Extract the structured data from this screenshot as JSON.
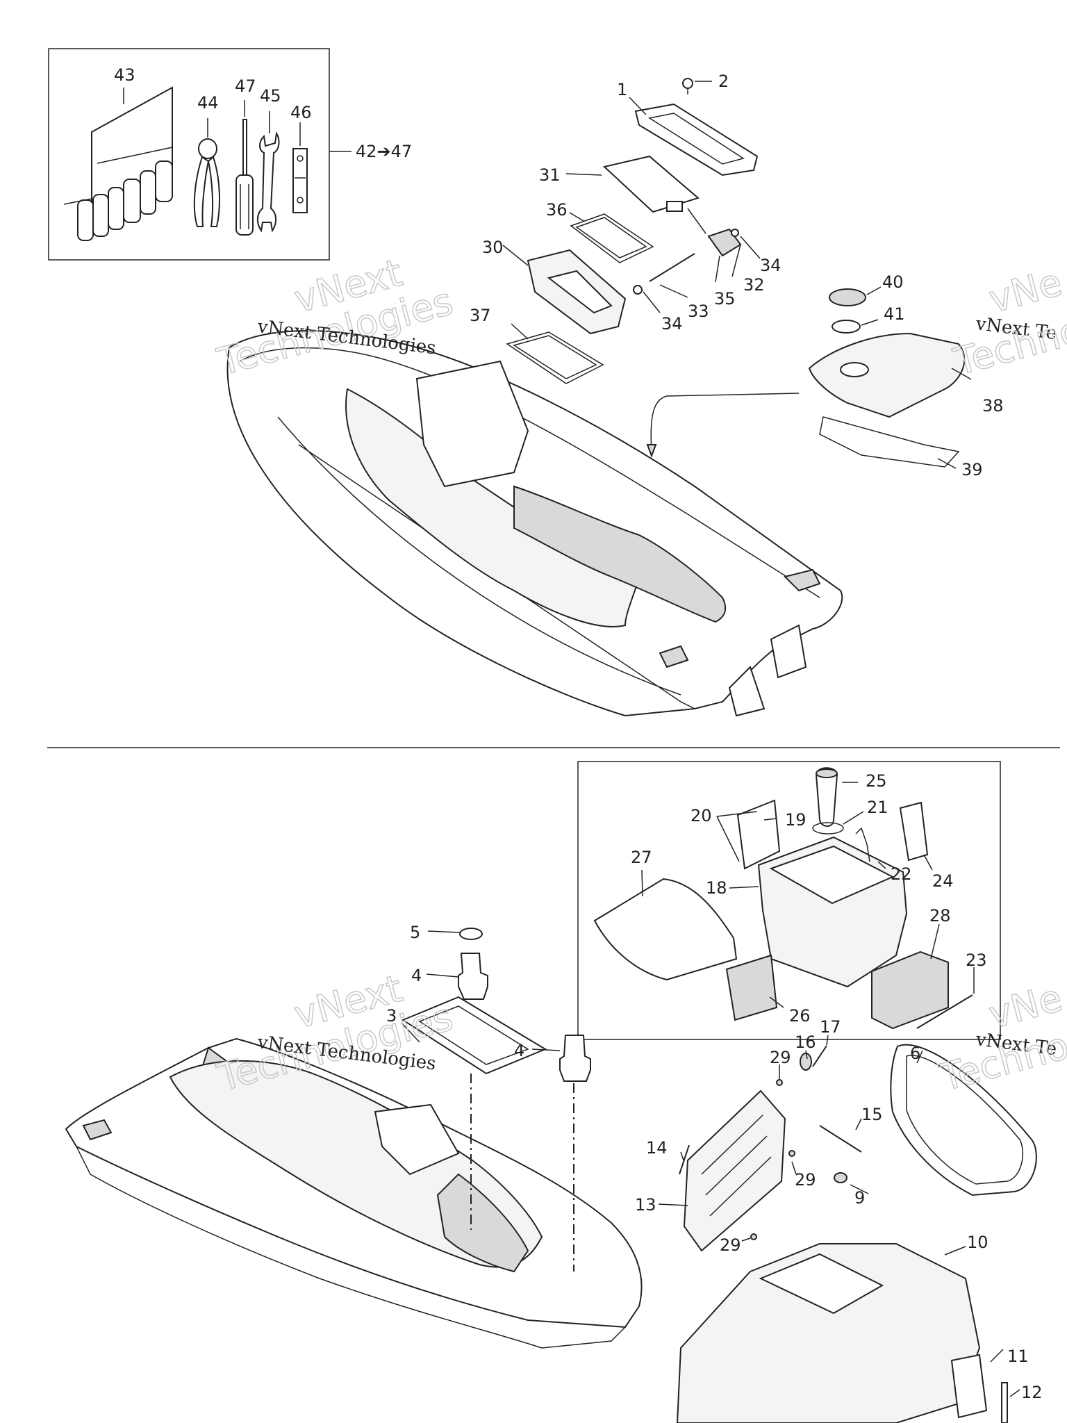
{
  "watermark": {
    "brand": "vNext Technologies",
    "outline_word_1": "vNext",
    "outline_word_2": "Technologies",
    "partial_right": "vNext Te",
    "partial_right_outline_1": "vNe",
    "partial_right_outline_2": "Techno"
  },
  "toolkit_range_label": "42➔47",
  "callouts_top": {
    "c1": "1",
    "c2": "2",
    "c30": "30",
    "c31": "31",
    "c32": "32",
    "c33": "33",
    "c34a": "34",
    "c34b": "34",
    "c35": "35",
    "c36": "36",
    "c37": "37",
    "c38": "38",
    "c39": "39",
    "c40": "40",
    "c41": "41",
    "c43": "43",
    "c44": "44",
    "c45": "45",
    "c46": "46",
    "c47": "47"
  },
  "callouts_bottom": {
    "c3": "3",
    "c4a": "4",
    "c4b": "4",
    "c5": "5",
    "c6": "6",
    "c9": "9",
    "c10": "10",
    "c11": "11",
    "c12": "12",
    "c13": "13",
    "c14": "14",
    "c15": "15",
    "c16": "16",
    "c17": "17",
    "c18": "18",
    "c19": "19",
    "c20": "20",
    "c21": "21",
    "c22": "22",
    "c23": "23",
    "c24": "24",
    "c25": "25",
    "c26": "26",
    "c27": "27",
    "c28": "28",
    "c29a": "29",
    "c29b": "29",
    "c29c": "29"
  }
}
